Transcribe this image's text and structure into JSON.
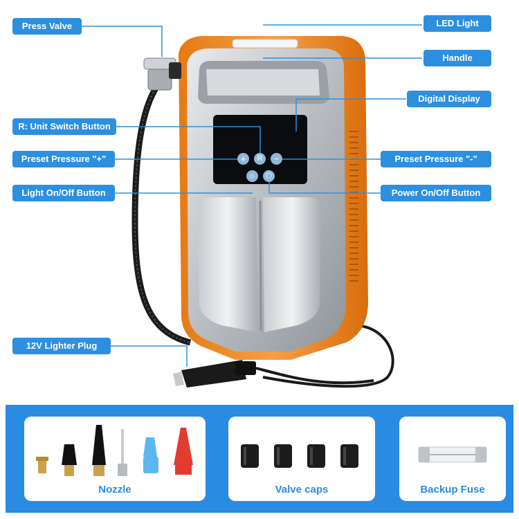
{
  "callouts": {
    "press_valve": "Press Valve",
    "led_light": "LED Light",
    "handle": "Handle",
    "digital_display": "Digital Display",
    "unit_switch": "R: Unit Switch Button",
    "preset_plus": "Preset Pressure \"+\"",
    "preset_minus": "Preset Pressure \"-\"",
    "light_onoff": "Light On/Off Button",
    "power_onoff": "Power On/Off Button",
    "lighter_plug": "12V Lighter Plug"
  },
  "accessories": {
    "nozzle": "Nozzle",
    "valve_caps": "Valve caps",
    "backup_fuse": "Backup Fuse"
  },
  "button_glyphs": {
    "unit": "R",
    "plus": "+",
    "minus": "−",
    "light": "☼",
    "power": "⏻"
  },
  "colors": {
    "callout_blue": "#2d8fe0",
    "body_orange": "#f08a24",
    "panel_silver": "#bfc3c7",
    "display_black": "#0b0c10"
  }
}
